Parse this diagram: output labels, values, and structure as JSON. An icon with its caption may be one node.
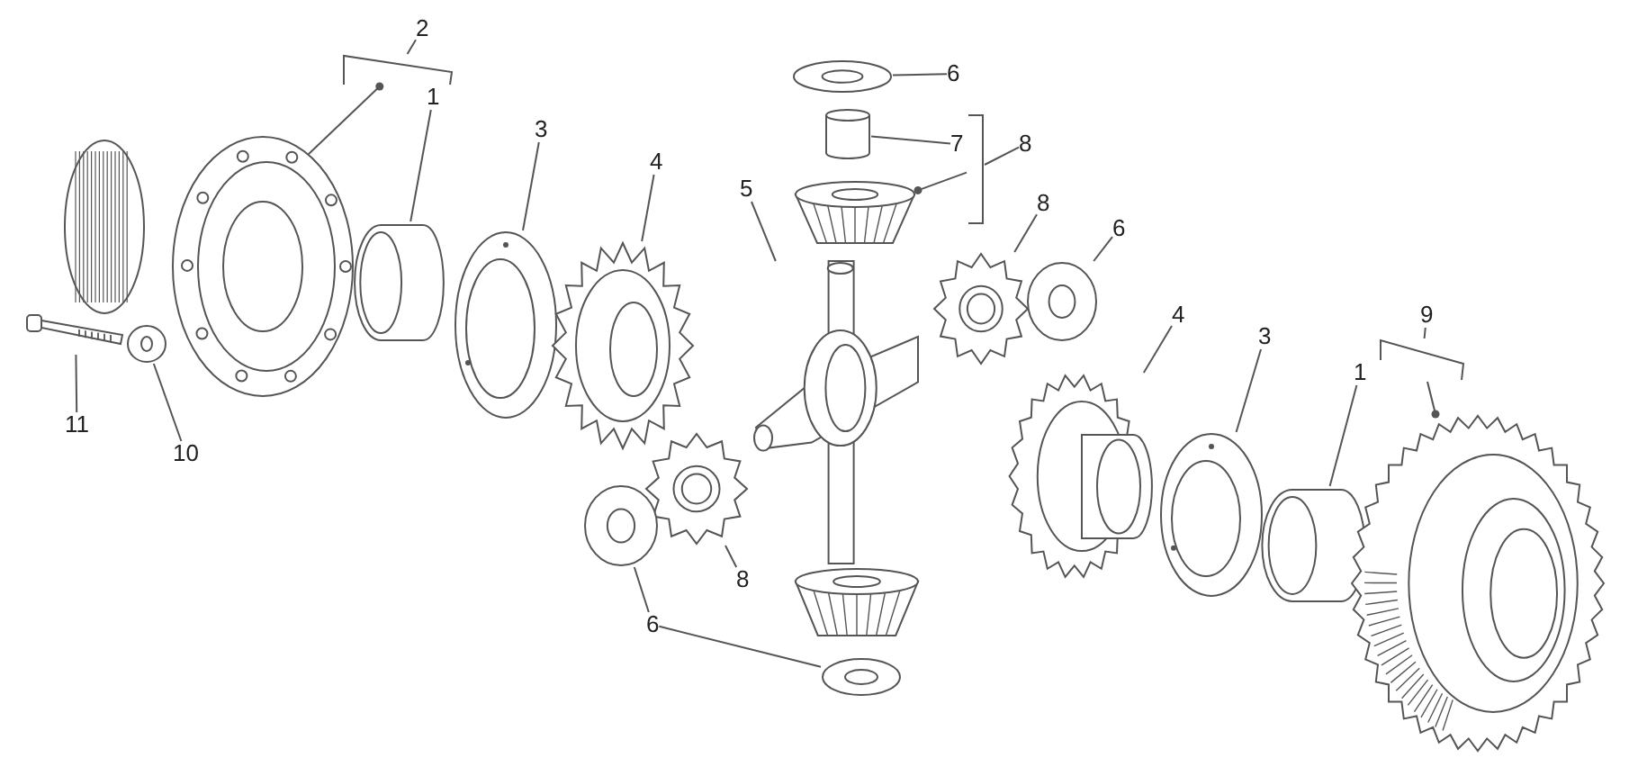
{
  "diagram": {
    "nodes": [
      {
        "text": [
          "2"
        ]
      },
      {
        "text": [
          "1"
        ]
      },
      {
        "text": [
          "3"
        ]
      },
      {
        "text": [
          "4"
        ]
      },
      {
        "text": [
          "5"
        ]
      },
      {
        "text": [
          "6"
        ]
      },
      {
        "text": [
          "7"
        ]
      },
      {
        "text": [
          "8"
        ]
      },
      {
        "text": [
          "8"
        ]
      },
      {
        "text": [
          "6"
        ]
      },
      {
        "text": [
          "4"
        ]
      },
      {
        "text": [
          "3"
        ]
      },
      {
        "text": [
          "1"
        ]
      },
      {
        "text": [
          "9"
        ]
      },
      {
        "text": [
          "11"
        ]
      },
      {
        "text": [
          "10"
        ]
      },
      {
        "text": [
          "8"
        ]
      },
      {
        "text": [
          "6"
        ]
      },
      {
        "text": [],
        "shape": "picture"
      },
      {
        "text": [],
        "shape": "picture"
      },
      {
        "text": [],
        "shape": "picture"
      },
      {
        "text": [],
        "shape": "picture"
      },
      {
        "text": [],
        "shape": "picture"
      },
      {
        "text": [],
        "shape": "picture"
      },
      {
        "text": [],
        "shape": "cylinder"
      },
      {
        "text": [],
        "shape": "picture"
      },
      {
        "text": [],
        "shape": "picture"
      },
      {
        "text": [],
        "shape": "picture"
      },
      {
        "text": [],
        "shape": "picture"
      },
      {
        "text": [],
        "shape": "picture"
      },
      {
        "text": [],
        "shape": "picture"
      },
      {
        "text": [],
        "shape": "picture"
      },
      {
        "text": [],
        "shape": "picture"
      },
      {
        "text": [],
        "shape": "picture"
      },
      {
        "text": [],
        "shape": "picture"
      },
      {
        "text": [],
        "shape": "picture"
      },
      {
        "text": [],
        "shape": "picture"
      },
      {
        "text": [],
        "shape": "picture"
      },
      {
        "text": [],
        "shape": "bracket"
      },
      {
        "text": [],
        "shape": "bracket"
      },
      {
        "text": [],
        "shape": "bracket"
      }
    ],
    "edges": [
      {
        "from": 0,
        "to": 38,
        "arrow": "none"
      },
      {
        "from": 1,
        "to": 19,
        "arrow": "none"
      },
      {
        "from": 2,
        "to": 20,
        "arrow": "none"
      },
      {
        "from": 3,
        "to": 21,
        "arrow": "none"
      },
      {
        "from": 4,
        "to": 22,
        "arrow": "none"
      },
      {
        "from": 5,
        "to": 23,
        "arrow": "none"
      },
      {
        "from": 6,
        "to": 24,
        "arrow": "none"
      },
      {
        "from": 7,
        "to": 39,
        "arrow": "none"
      },
      {
        "from": 8,
        "to": 26,
        "arrow": "none"
      },
      {
        "from": 9,
        "to": 27,
        "arrow": "none"
      },
      {
        "from": 10,
        "to": 32,
        "arrow": "none"
      },
      {
        "from": 11,
        "to": 33,
        "arrow": "none"
      },
      {
        "from": 12,
        "to": 34,
        "arrow": "none"
      },
      {
        "from": 13,
        "to": 40,
        "arrow": "none"
      },
      {
        "from": 14,
        "to": 36,
        "arrow": "none"
      },
      {
        "from": 15,
        "to": 37,
        "arrow": "none"
      },
      {
        "from": 16,
        "to": 28,
        "arrow": "none"
      },
      {
        "from": 17,
        "to": 29,
        "arrow": "none"
      },
      {
        "from": 17,
        "to": 31,
        "arrow": "none"
      },
      {
        "from": 18,
        "to": 38,
        "arrow": "other"
      },
      {
        "from": 39,
        "to": 25,
        "arrow": "other"
      },
      {
        "from": 40,
        "to": 35,
        "arrow": "other"
      }
    ]
  }
}
